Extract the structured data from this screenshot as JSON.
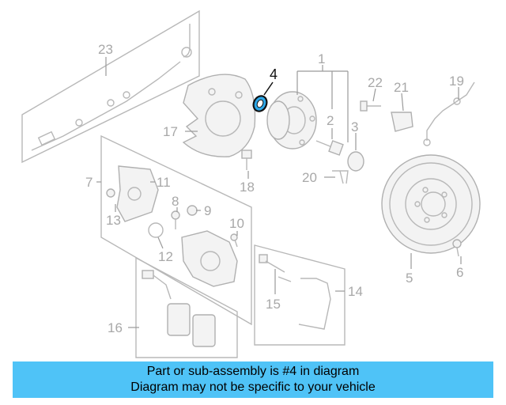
{
  "callouts": [
    {
      "id": "1",
      "label": "1"
    },
    {
      "id": "2",
      "label": "2"
    },
    {
      "id": "3",
      "label": "3"
    },
    {
      "id": "4",
      "label": "4",
      "highlighted": true
    },
    {
      "id": "5",
      "label": "5"
    },
    {
      "id": "6",
      "label": "6"
    },
    {
      "id": "7",
      "label": "7"
    },
    {
      "id": "8",
      "label": "8"
    },
    {
      "id": "9",
      "label": "9"
    },
    {
      "id": "10",
      "label": "10"
    },
    {
      "id": "11",
      "label": "11"
    },
    {
      "id": "12",
      "label": "12"
    },
    {
      "id": "13",
      "label": "13"
    },
    {
      "id": "14",
      "label": "14"
    },
    {
      "id": "15",
      "label": "15"
    },
    {
      "id": "16",
      "label": "16"
    },
    {
      "id": "17",
      "label": "17"
    },
    {
      "id": "18",
      "label": "18"
    },
    {
      "id": "19",
      "label": "19"
    },
    {
      "id": "20",
      "label": "20"
    },
    {
      "id": "21",
      "label": "21"
    },
    {
      "id": "22",
      "label": "22"
    },
    {
      "id": "23",
      "label": "23"
    }
  ],
  "banner": {
    "line1": "Part or sub-assembly is #4 in diagram",
    "line2": "Diagram may not be specific to your vehicle"
  },
  "colors": {
    "banner_bg": "#4fc3f7",
    "highlight_part": "#2ea8e8",
    "diagram_lines": "#b8b8b8"
  }
}
